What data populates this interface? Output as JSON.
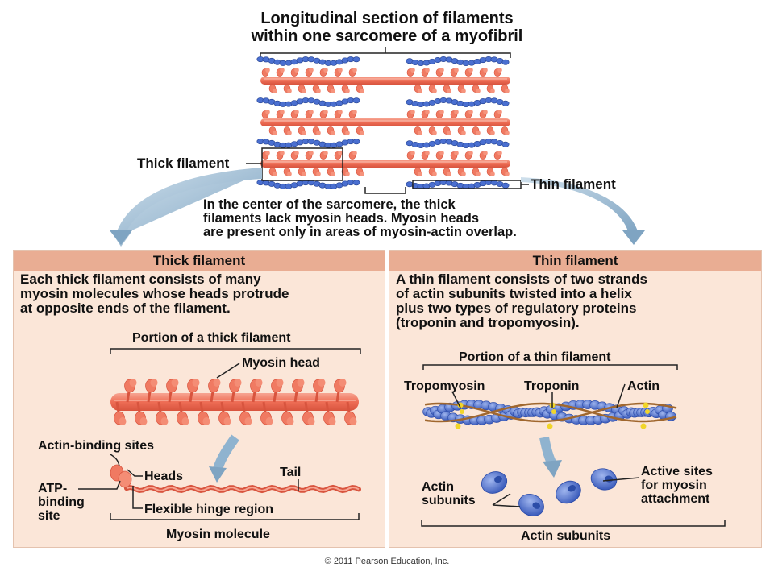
{
  "title": {
    "line1": "Longitudinal section of filaments",
    "line2": "within one sarcomere of a myofibril"
  },
  "callouts": {
    "thick_filament": "Thick filament",
    "thin_filament": "Thin filament"
  },
  "center_note": {
    "line1": "In the center of the sarcomere, the thick",
    "line2": "filaments lack myosin heads. Myosin heads",
    "line3": "are present only in areas of myosin-actin overlap."
  },
  "thick_panel": {
    "header": "Thick filament",
    "desc1": "Each thick filament consists of many",
    "desc2": "myosin molecules whose heads protrude",
    "desc3": "at opposite ends of the filament.",
    "portion_label": "Portion of a thick filament",
    "myosin_head": "Myosin head",
    "actin_binding_sites": "Actin-binding sites",
    "heads": "Heads",
    "tail": "Tail",
    "atp_line1": "ATP-",
    "atp_line2": "binding",
    "atp_line3": "site",
    "hinge": "Flexible hinge region",
    "myosin_molecule": "Myosin molecule"
  },
  "thin_panel": {
    "header": "Thin filament",
    "desc1": "A thin filament consists of two strands",
    "desc2": "of actin subunits twisted into a helix",
    "desc3": "plus two types of regulatory proteins",
    "desc4": "(troponin and tropomyosin).",
    "portion_label": "Portion of a thin filament",
    "tropomyosin": "Tropomyosin",
    "troponin": "Troponin",
    "actin": "Actin",
    "actin_sub_line1": "Actin",
    "actin_sub_line2": "subunits",
    "active_line1": "Active sites",
    "active_line2": "for myosin",
    "active_line3": "attachment",
    "actin_subunits_bottom": "Actin subunits"
  },
  "colors": {
    "myosin": "#f07a62",
    "myosin_dark": "#d8543e",
    "actin": "#4a6fd0",
    "panel_bg": "#fbe6d8",
    "header_bg": "#e9ad93",
    "arrow": "#8fb3cf"
  },
  "copyright": "© 2011 Pearson Education, Inc."
}
